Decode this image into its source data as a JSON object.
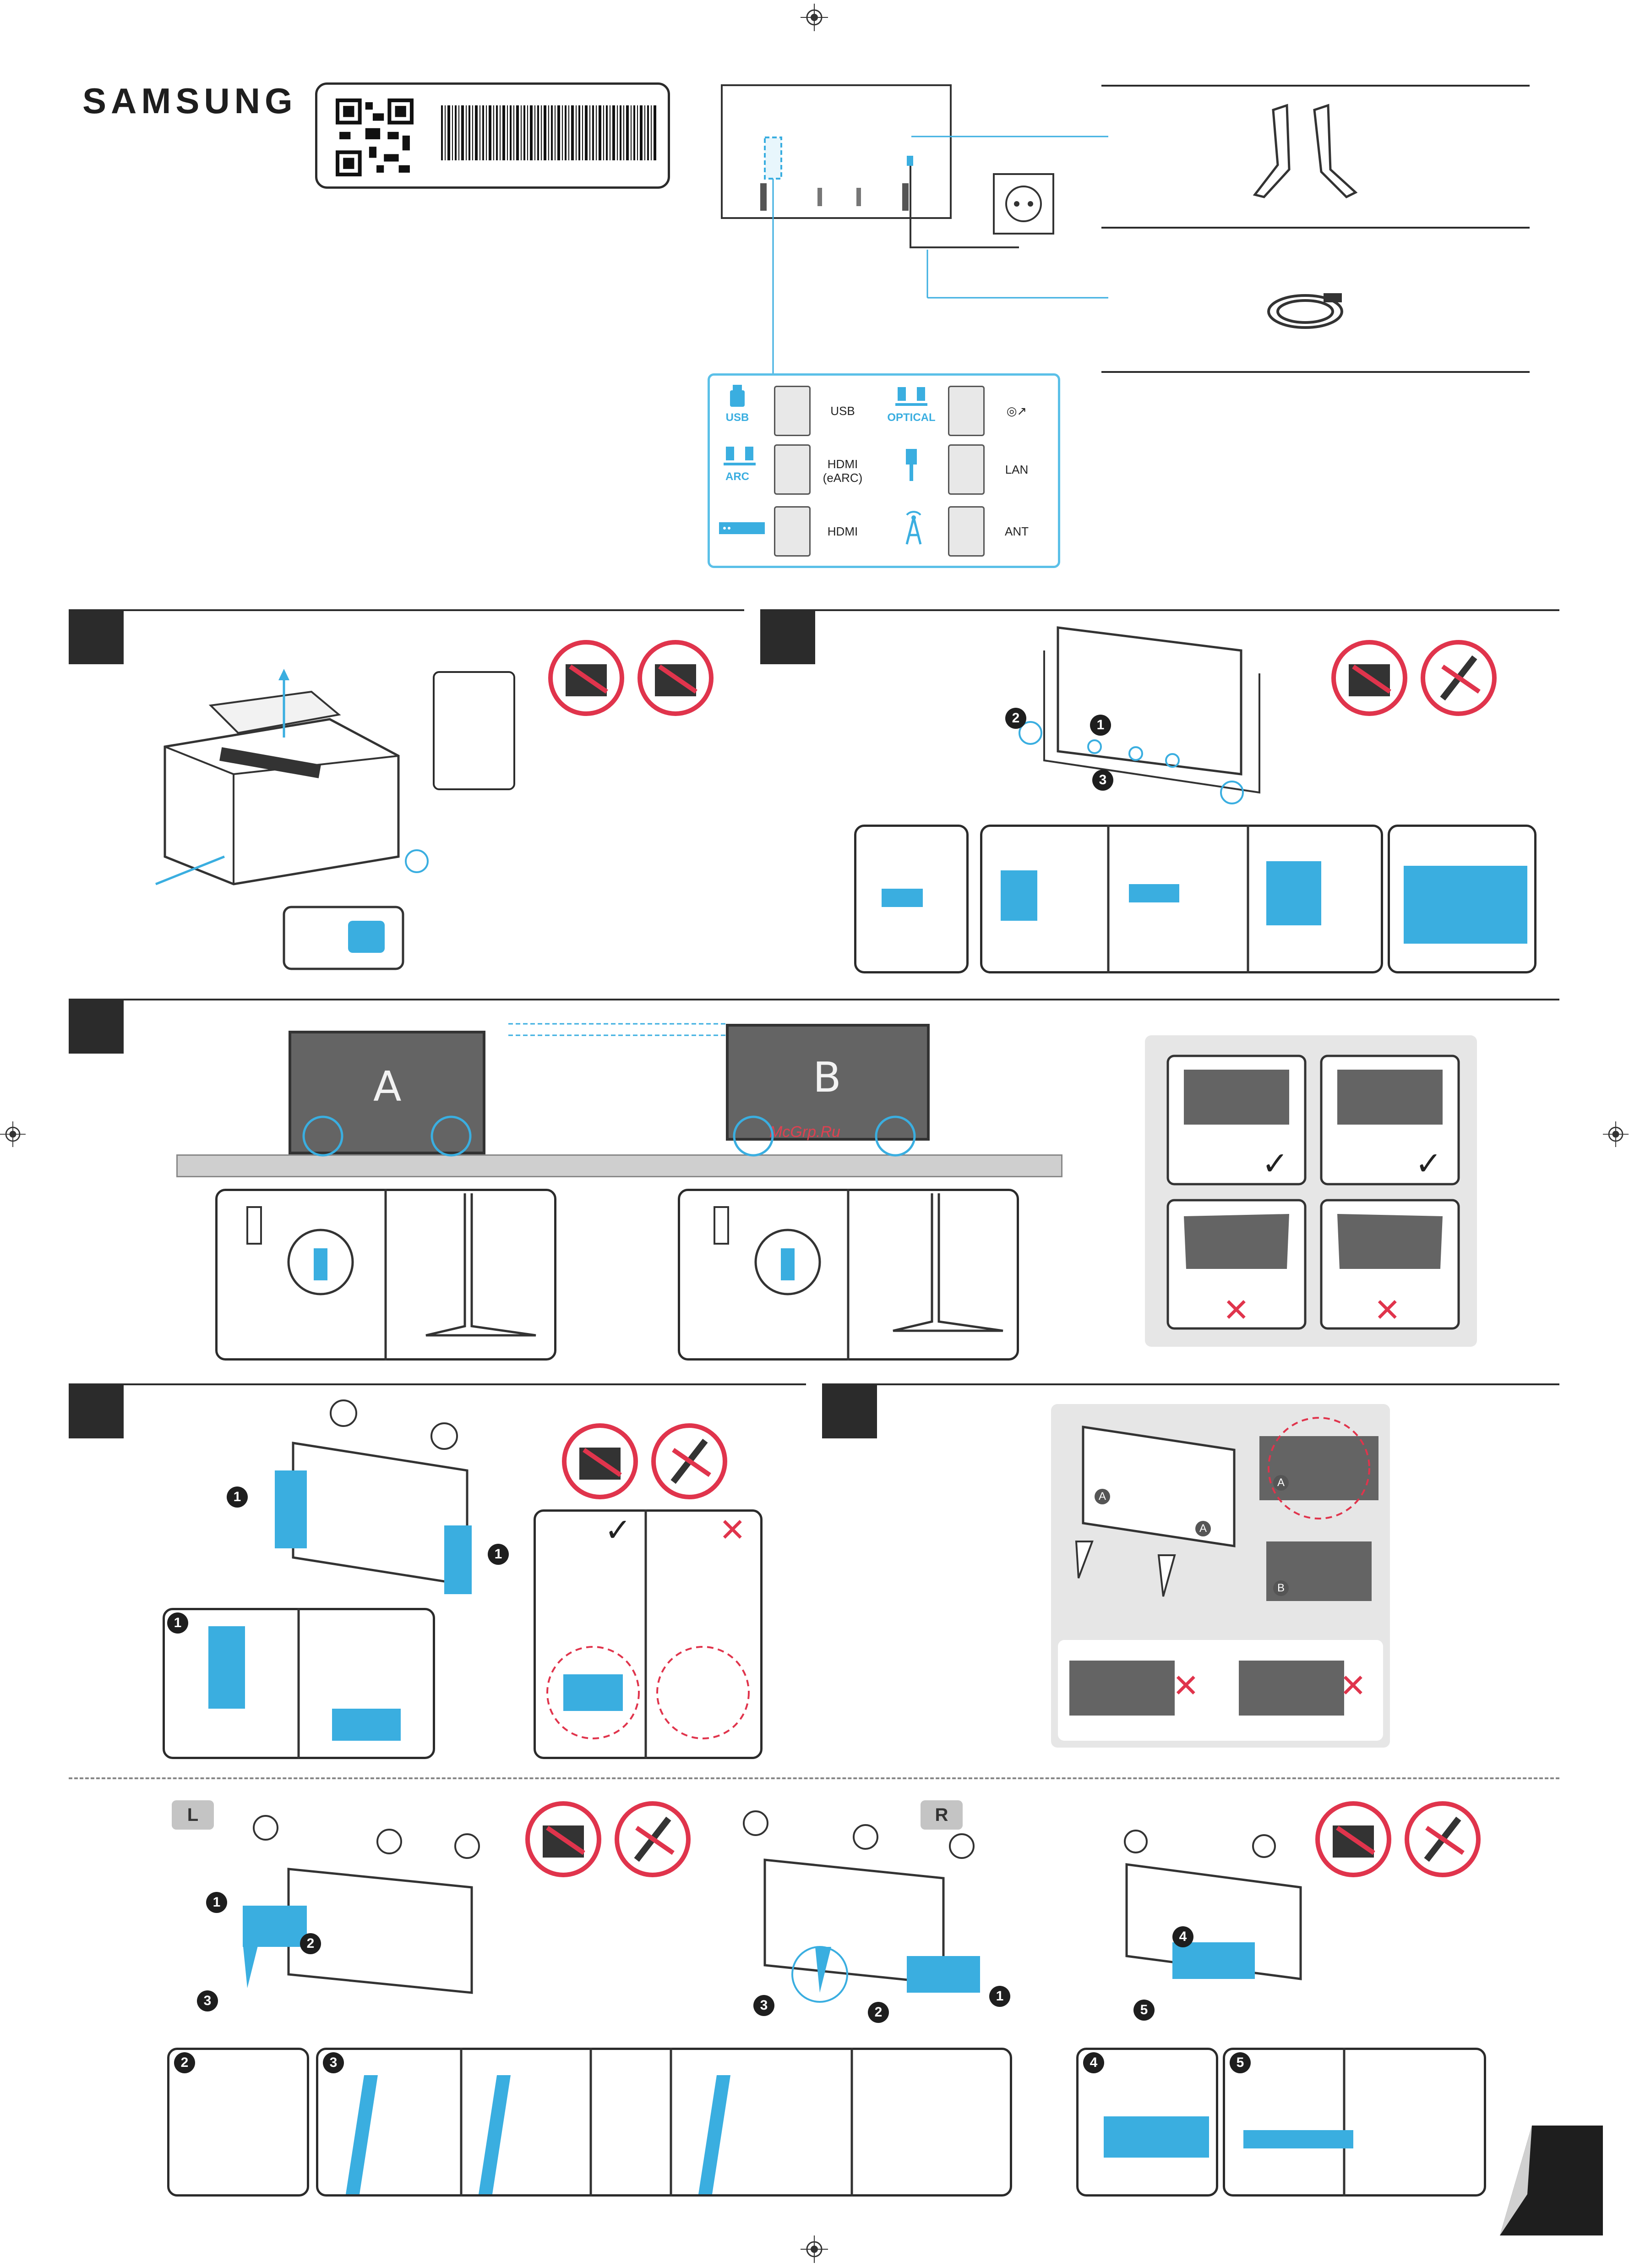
{
  "brand": "SAMSUNG",
  "accent_color": "#3aaee0",
  "warning_color": "#e0344c",
  "connections": [
    {
      "icon": "usb-drive-icon",
      "label": "USB",
      "port": "USB"
    },
    {
      "icon": "speaker-icon",
      "label": "OPTICAL",
      "port": ""
    },
    {
      "icon": "soundbar-icon",
      "label": "ARC",
      "port": "HDMI\n(eARC)"
    },
    {
      "icon": "lan-cable-icon",
      "label": "",
      "port": "LAN"
    },
    {
      "icon": "set-top-box-icon",
      "label": "",
      "port": "HDMI"
    },
    {
      "icon": "antenna-icon",
      "label": "",
      "port": "ANT"
    }
  ],
  "accessories": [
    {
      "icon": "stand-legs-icon"
    },
    {
      "icon": "power-cable-icon"
    }
  ],
  "sections": {
    "s3": {
      "tv_a": "A",
      "tv_b": "B"
    },
    "s5": {
      "tv_a": "A",
      "tv_b": "B"
    },
    "left_tag": "L",
    "right_tag": "R"
  },
  "step_numbers": [
    "1",
    "2",
    "3",
    "4",
    "5"
  ],
  "watermark": "McGrp.Ru"
}
